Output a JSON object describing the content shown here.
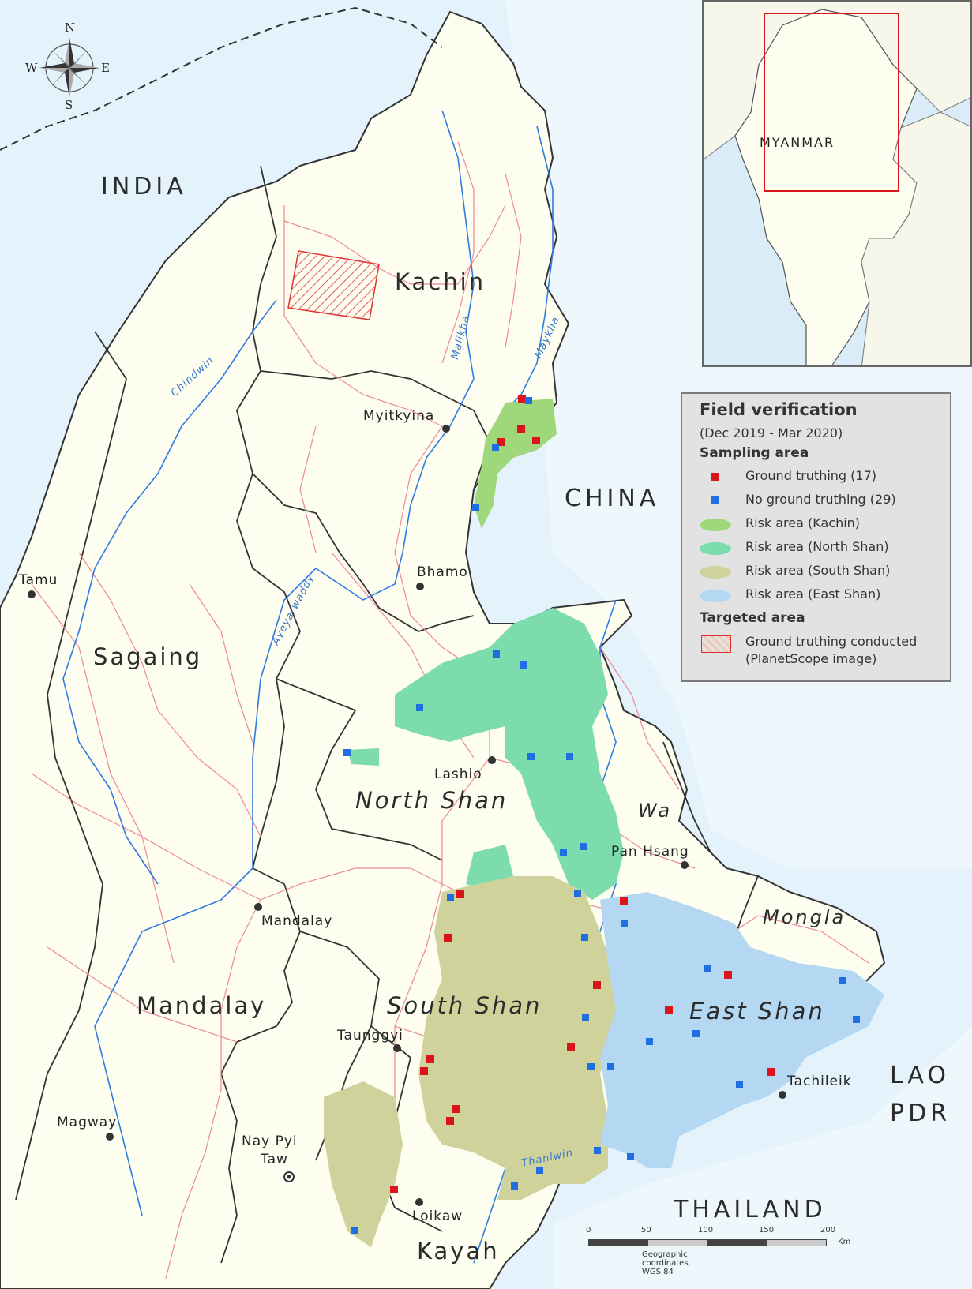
{
  "compass": {
    "n": "N",
    "s": "S",
    "e": "E",
    "w": "W"
  },
  "countries": {
    "india": "INDIA",
    "china": "CHINA",
    "lao": [
      "LAO",
      "PDR"
    ],
    "thailand": "THAILAND"
  },
  "states": {
    "kachin": "Kachin",
    "sagaing": "Sagaing",
    "north_shan": "North Shan",
    "wa": "Wa",
    "mongla": "Mongla",
    "mandalay": "Mandalay",
    "south_shan": "South Shan",
    "east_shan": "East Shan",
    "kayah": "Kayah"
  },
  "cities": {
    "myitkyina": "Myitkyina",
    "bhamo": "Bhamo",
    "tamu": "Tamu",
    "lashio": "Lashio",
    "pan_hsang": "Pan Hsang",
    "mandalay": "Mandalay",
    "taunggyi": "Taunggyi",
    "tachileik": "Tachileik",
    "magway": "Magway",
    "nay_pyi_taw": [
      "Nay Pyi",
      "Taw"
    ],
    "loikaw": "Loikaw"
  },
  "rivers": {
    "chindwin": "Chindwin",
    "malikha": "Malikha",
    "maykha": "Maykha",
    "ayeyarwaddy": "Ayeyarwaddy",
    "thanlwin": "Thanlwin"
  },
  "inset": {
    "label": "MYANMAR"
  },
  "legend": {
    "title": "Field verification",
    "subtitle": "(Dec 2019 - Mar 2020)",
    "sampling_heading": "Sampling area",
    "items": [
      {
        "label": "Ground truthing (17)",
        "color": "#d9141b"
      },
      {
        "label": "No ground truthing (29)",
        "color": "#1f6fe0"
      },
      {
        "label": "Risk area (Kachin)",
        "color": "#9fd87a"
      },
      {
        "label": "Risk area (North Shan)",
        "color": "#7ddcae"
      },
      {
        "label": "Risk area (South Shan)",
        "color": "#cfd29a"
      },
      {
        "label": "Risk area (East Shan)",
        "color": "#b4d7f2"
      }
    ],
    "targeted_heading": "Targeted area",
    "targeted_label": [
      "Ground truthing conducted",
      "(PlanetScope image)"
    ]
  },
  "scale": {
    "ticks": [
      "0",
      "50",
      "100",
      "150",
      "200"
    ],
    "unit": "Km",
    "caption": "Geographic coordinates, WGS 84"
  },
  "colors": {
    "sea": "#e4f3fb",
    "land": "#fdfdf0",
    "border": "#333333",
    "roads": "#ec8a93",
    "rivers": "#2f7be0",
    "red": "#d9141b",
    "blue": "#1f6fe0"
  }
}
